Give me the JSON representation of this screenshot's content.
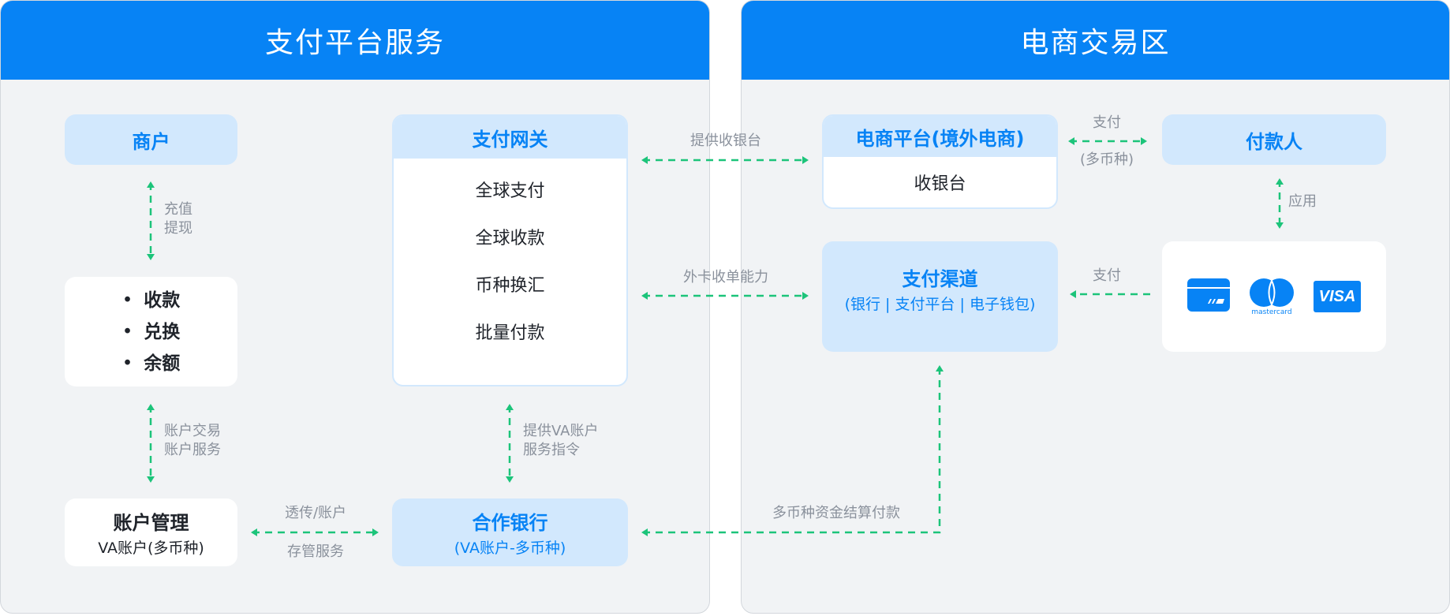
{
  "panels": {
    "left": {
      "title": "支付平台服务"
    },
    "right": {
      "title": "电商交易区"
    }
  },
  "nodes": {
    "merchant": {
      "title": "商户"
    },
    "merchant_functions": {
      "items": [
        "收款",
        "兑换",
        "余额"
      ]
    },
    "account_management": {
      "title": "账户管理",
      "subtitle": "VA账户(多币种)"
    },
    "payment_gateway": {
      "title": "支付网关",
      "items": [
        "全球支付",
        "全球收款",
        "币种换汇",
        "批量付款"
      ]
    },
    "partner_bank": {
      "title": "合作银行",
      "subtitle": "(VA账户-多币种)"
    },
    "ecommerce_platform": {
      "title": "电商平台(境外电商)",
      "body": "收银台"
    },
    "payer": {
      "title": "付款人"
    },
    "payment_channel": {
      "title": "支付渠道",
      "subtitle": "(银行 | 支付平台 | 电子钱包)"
    },
    "payment_methods": {
      "icons": [
        "bank-card-icon",
        "mastercard-logo",
        "visa-logo"
      ],
      "mastercard_text": "mastercard",
      "visa_text": "VISA"
    }
  },
  "connectors": {
    "merchant_functions": {
      "line1": "充值",
      "line2": "提现"
    },
    "functions_account": {
      "line1": "账户交易",
      "line2": "账户服务"
    },
    "account_bank": {
      "top": "透传/账户",
      "bottom": "存管服务"
    },
    "gateway_bank": {
      "line1": "提供VA账户",
      "line2": "服务指令"
    },
    "gateway_ecommerce": {
      "label": "提供收银台"
    },
    "gateway_channel": {
      "label": "外卡收单能力"
    },
    "bank_channel": {
      "label": "多币种资金结算付款"
    },
    "ecommerce_payer": {
      "top": "支付",
      "bottom": "(多币种)"
    },
    "payer_methods": {
      "label": "应用"
    },
    "methods_channel": {
      "label": "支付"
    }
  },
  "colors": {
    "brand_blue": "#0783f5",
    "light_blue": "#d2e8fd",
    "arrow_green": "#1cc47a",
    "panel_bg": "#f1f3f5",
    "label_gray": "#8a919c"
  }
}
